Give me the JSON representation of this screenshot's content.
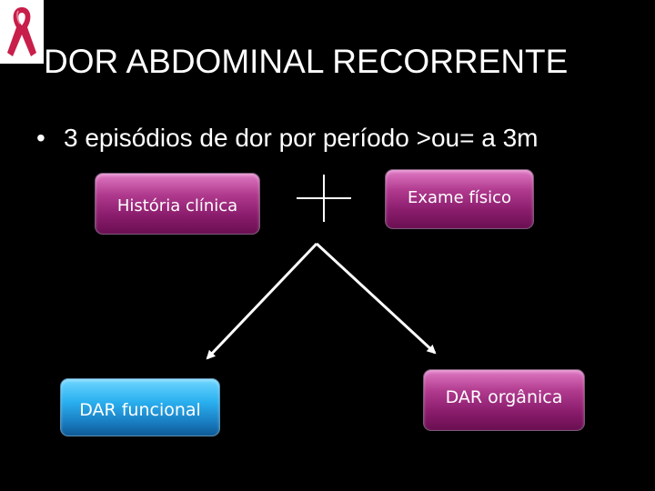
{
  "slide": {
    "title": "DOR ABDOMINAL RECORRENTE",
    "bullet_marker": "•",
    "bullet_text": "3 episódios de dor por período >ou= a 3m"
  },
  "boxes": {
    "historia": "História clínica",
    "exame": "Exame físico",
    "funcional": "DAR funcional",
    "organica": "DAR orgânica"
  },
  "icons": {
    "logo": "pink-ribbon-icon",
    "plus": "plus-sign-icon",
    "arrows": "diverging-arrows-icon"
  },
  "colors": {
    "background": "#000000",
    "text": "#ffffff",
    "box_pink": "#a02a82",
    "box_blue": "#2aa0e6",
    "ribbon": "#c81e4a"
  }
}
